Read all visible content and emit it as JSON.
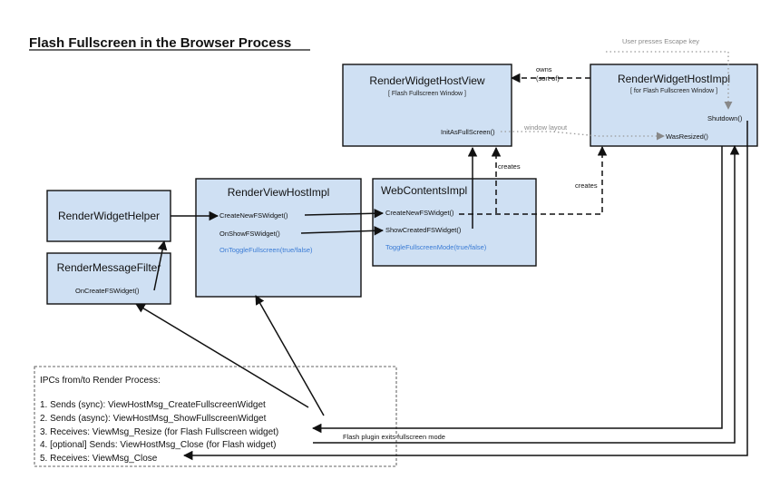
{
  "title": "Flash Fullscreen in the Browser Process",
  "boxes": {
    "rwhv": {
      "title": "RenderWidgetHostView",
      "subtitle": "[ Flash Fullscreen Window ]",
      "method_init": "InitAsFullScreen()"
    },
    "rwhi": {
      "title": "RenderWidgetHostImpl",
      "subtitle": "[ for Flash Fullscreen Window ]",
      "method_shutdown": "Shutdown()",
      "method_resized": "WasResized()"
    },
    "rwh_helper": {
      "title": "RenderWidgetHelper"
    },
    "rmf": {
      "title": "RenderMessageFilter",
      "method": "OnCreateFSWidget()"
    },
    "rvhi": {
      "title": "RenderViewHostImpl",
      "method_create": "CreateNewFSWidget()",
      "method_show": "OnShowFSWidget()",
      "method_toggle": "OnToggleFullscreen(true/false)"
    },
    "wci": {
      "title": "WebContentsImpl",
      "method_create": "CreateNewFSWidget()",
      "method_show": "ShowCreatedFSWidget()",
      "method_toggle": "ToggleFullscreenMode(true/false)"
    }
  },
  "labels": {
    "escape": "User presses Escape key",
    "owns": "owns",
    "sort_of": "(sort of)",
    "window_layout": "window layout",
    "creates_rwhv": "creates",
    "creates_rwhi": "creates",
    "plugin_exits": "Flash plugin exits fullscreen mode"
  },
  "ipc": {
    "header": "IPCs from/to Render Process:",
    "items": [
      "1. Sends (sync): ViewHostMsg_CreateFullscreenWidget",
      "2. Sends (async): ViewHostMsg_ShowFullscreenWidget",
      "3. Receives: ViewMsg_Resize (for Flash Fullscreen widget)",
      "4. [optional] Sends: ViewHostMsg_Close (for Flash widget)",
      "5. Receives: ViewMsg_Close"
    ]
  }
}
